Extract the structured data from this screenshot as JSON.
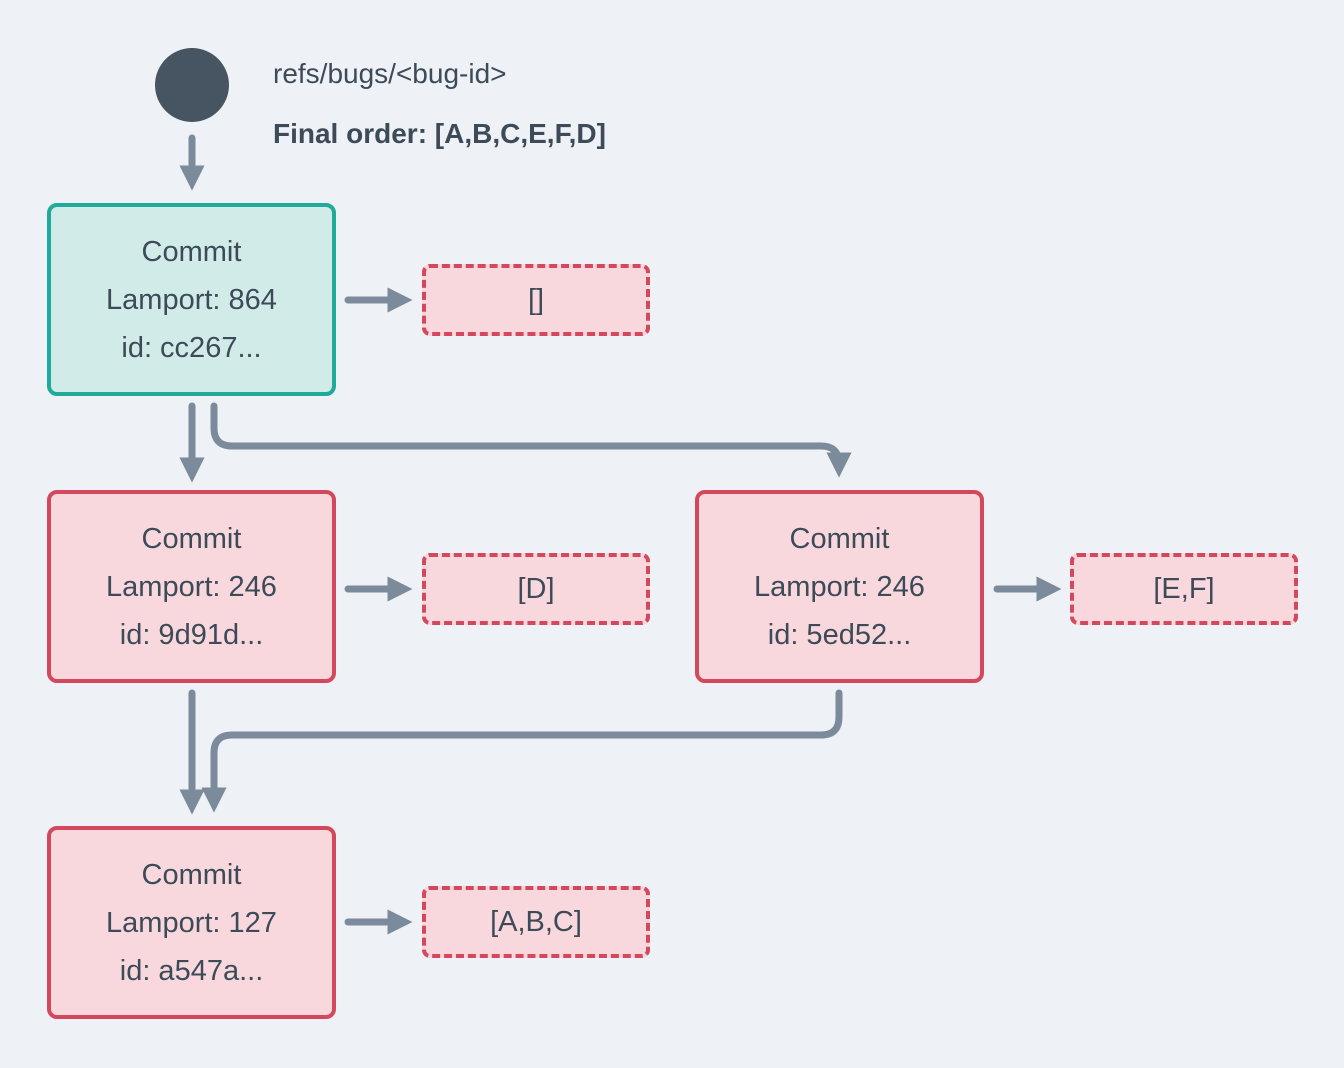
{
  "header": {
    "ref_label": "refs/bugs/<bug-id>",
    "final_order": "Final order: [A,B,C,E,F,D]"
  },
  "nodes": {
    "root": {
      "title": "Commit",
      "lamport": "Lamport: 864",
      "id": "id: cc267...",
      "payload": "[]"
    },
    "left": {
      "title": "Commit",
      "lamport": "Lamport: 246",
      "id": "id: 9d91d...",
      "payload": "[D]"
    },
    "right": {
      "title": "Commit",
      "lamport": "Lamport: 246",
      "id": "id: 5ed52...",
      "payload": "[E,F]"
    },
    "bottom": {
      "title": "Commit",
      "lamport": "Lamport: 127",
      "id": "id: a547a...",
      "payload": "[A,B,C]"
    }
  },
  "edges": [
    "ref-head -> root-commit",
    "root-commit -> empty-payload",
    "root-commit -> left-commit",
    "root-commit -> right-commit",
    "left-commit -> payload-D",
    "right-commit -> payload-EF",
    "left-commit -> bottom-commit",
    "right-commit -> bottom-commit",
    "bottom-commit -> payload-ABC"
  ],
  "colors": {
    "background": "#eef1f5",
    "text": "#3d4b59",
    "arrow": "#7c8b9b",
    "ref_circle": "#475563",
    "teal_border": "#1faa99",
    "teal_fill": "#d0ebe8",
    "red_border": "#d4485d",
    "pink_fill": "#f8d8dd"
  }
}
